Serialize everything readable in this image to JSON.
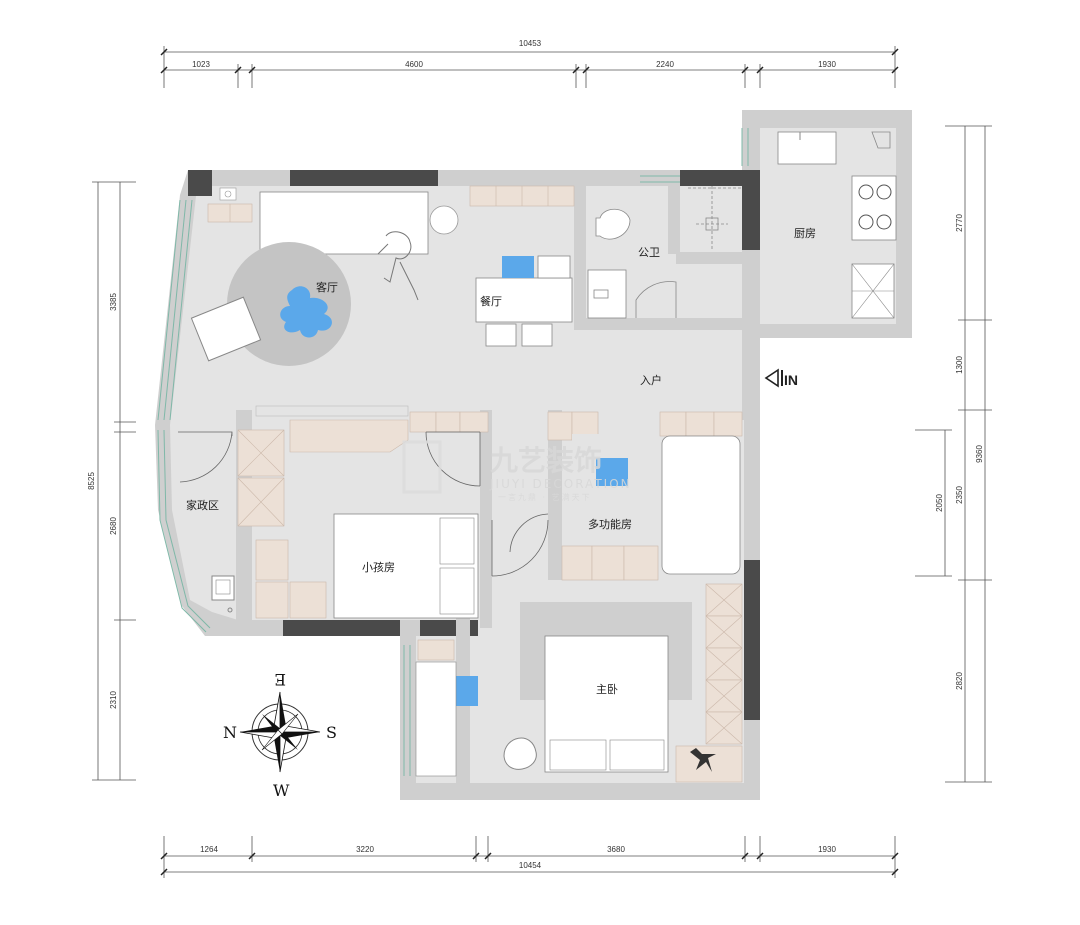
{
  "dimensions": {
    "top_total": "10453",
    "top_segments": [
      "1023",
      "4600",
      "2240",
      "1930"
    ],
    "bottom_total": "10454",
    "bottom_segments": [
      "1264",
      "3220",
      "3680",
      "1930"
    ],
    "left_total": "8525",
    "left_segments": [
      "3385",
      "2680",
      "2310"
    ],
    "right_total": "9360",
    "right_segments": [
      "2770",
      "1300",
      "2350",
      "2820"
    ],
    "right_inner": "2050"
  },
  "rooms": {
    "living": "客厅",
    "dining": "餐厅",
    "bathroom": "公卫",
    "kitchen": "厨房",
    "entrance": "入户",
    "housekeeping": "家政区",
    "kids_room": "小孩房",
    "multi_function": "多功能房",
    "master_bedroom": "主卧"
  },
  "compass": {
    "north": "N",
    "south": "S",
    "east": "E",
    "west": "W"
  },
  "entrance_marker": "IN",
  "watermark": {
    "brand": "九艺装饰",
    "latin": "JIUYI DECORATION",
    "slogan": "一言九鼎 · 艺满天下"
  },
  "colors": {
    "wall": "#4a4a4a",
    "floor": "#e3e3e3",
    "cabinet": "#ece0d6",
    "accent_blue": "#5ba8ea",
    "rug": "#c4c4c4"
  }
}
